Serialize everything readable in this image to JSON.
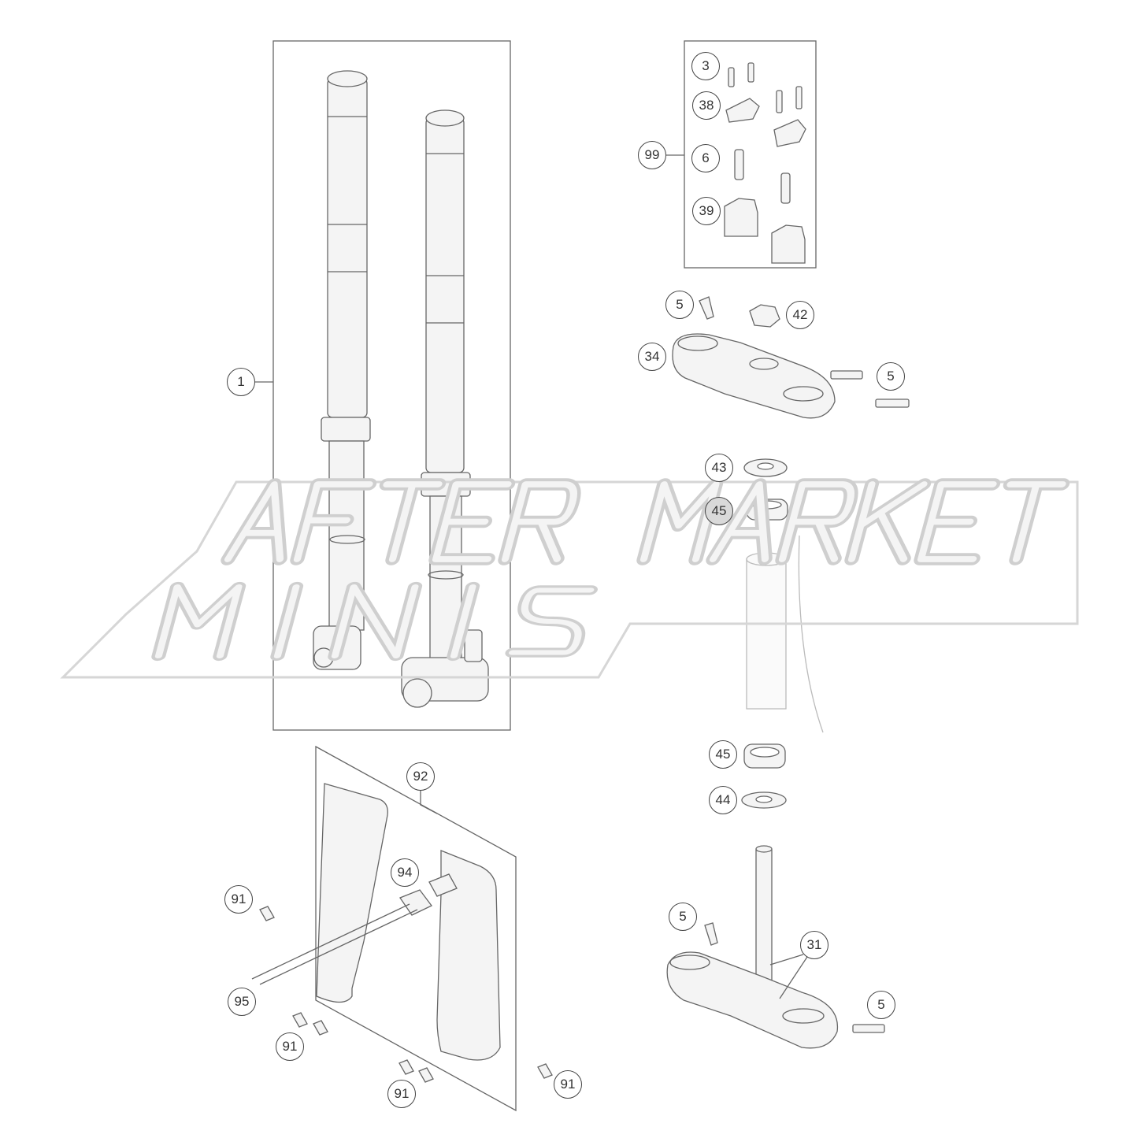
{
  "diagram": {
    "watermark": {
      "line1": "AFTER MARKET",
      "line2": "MINIS",
      "color": "#d6d6d6"
    },
    "line_color": "#555555",
    "part_fill": "#f4f4f4",
    "callouts": {
      "fork_assembly": "1",
      "kit_screw_3": "3",
      "kit_clamp_38": "38",
      "kit_99": "99",
      "kit_screw_6": "6",
      "kit_clamp_39": "39",
      "upper_screw_left": "5",
      "nut_42": "42",
      "upper_triple_clamp": "34",
      "upper_screw_right": "5",
      "washer_43": "43",
      "bearing_upper": "45",
      "bearing_lower": "45",
      "seal_44": "44",
      "fork_guard_kit": "92",
      "guard_clamp_94": "94",
      "screw_91_a": "91",
      "screw_95": "95",
      "screw_91_b": "91",
      "screw_91_c": "91",
      "screw_91_d": "91",
      "lower_screw_left": "5",
      "lower_triple_clamp": "31",
      "lower_screw_right": "5"
    }
  }
}
